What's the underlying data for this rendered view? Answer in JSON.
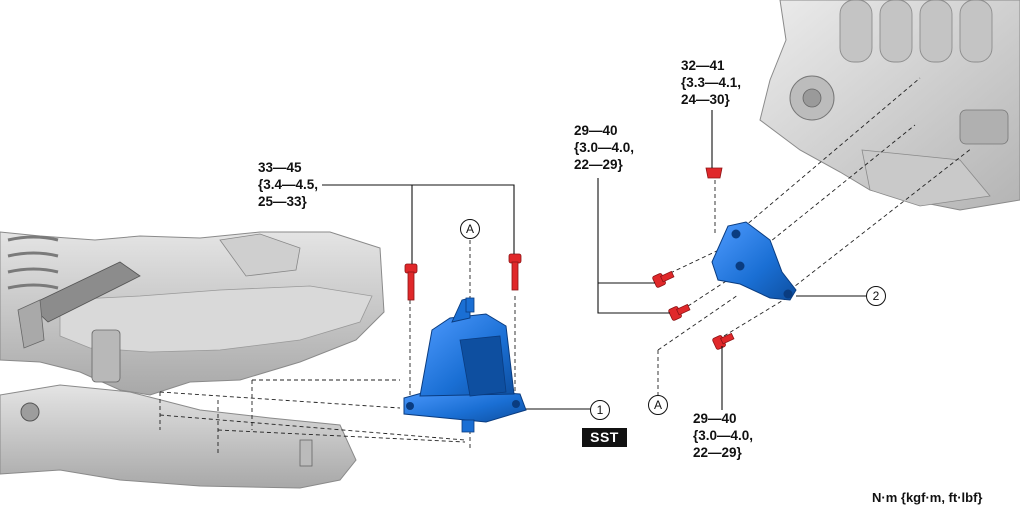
{
  "torque_labels": {
    "left_bolts": [
      "33—45",
      "{3.4—4.5,",
      "25—33}"
    ],
    "mid_bolts": [
      "29—40",
      "{3.0—4.0,",
      "22—29}"
    ],
    "top_nut": [
      "32—41",
      "{3.3—4.1,",
      "24—30}"
    ],
    "bottom_bolt": [
      "29—40",
      "{3.0—4.0,",
      "22—29}"
    ]
  },
  "part_numbers": {
    "mount": "1",
    "bracket": "2"
  },
  "reference_marks": {
    "upper": "A",
    "lower": "A"
  },
  "sst_label": "SST",
  "units_note": "N·m {kgf·m, ft·lbf}",
  "colors": {
    "part_blue": "#1a6fd4",
    "part_blue_dark": "#0e4fa0",
    "bolt_red": "#e0282a",
    "frame_gray": "#c6c6c6",
    "engine_gray": "#d2d2d2",
    "line": "#111111"
  }
}
